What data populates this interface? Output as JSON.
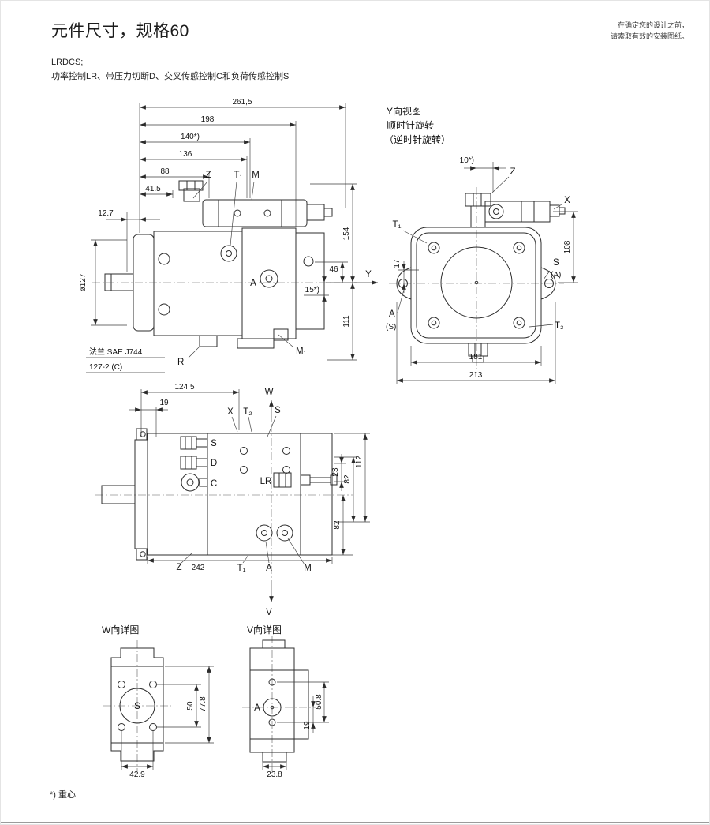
{
  "page": {
    "title": "元件尺寸，规格60",
    "note_line1": "在确定您的设计之前，",
    "note_line2": "请索取有效的安装图纸。",
    "subtitle1": "LRDCS;",
    "subtitle2": "功率控制LR、带压力切断D、交叉传感控制C和负荷传感控制S",
    "footnote": "*) 重心"
  },
  "side": {
    "dim_261_5": "261,5",
    "dim_198": "198",
    "dim_140": "140*)",
    "dim_136": "136",
    "dim_88": "88",
    "dim_41_5": "41.5",
    "dim_12_7": "12.7",
    "dia_127": "ø127",
    "dim_154": "154",
    "dim_46": "46",
    "dim_15": "15*)",
    "dim_111": "111",
    "lbl_y": "Y",
    "lbl_z": "Z",
    "lbl_t1": "T₁",
    "lbl_m": "M",
    "lbl_a": "A",
    "lbl_m1": "M₁",
    "lbl_r": "R",
    "flange_row1": "法兰  SAE J744",
    "flange_row2": "127-2 (C)"
  },
  "yview": {
    "title1": "Y向视图",
    "title2": "顺时针旋转",
    "title3": "（逆时针旋转）",
    "dim_10": "10*)",
    "dim_108": "108",
    "dim_17": "17",
    "dim_181": "181",
    "dim_213": "213",
    "lbl_z": "Z",
    "lbl_x": "X",
    "lbl_t1": "T₁",
    "lbl_s": "S",
    "lbl_s_sub": "(A)",
    "lbl_a": "A",
    "lbl_a_sub": "(S)",
    "lbl_t2": "T₂"
  },
  "top": {
    "dim_124_5": "124.5",
    "dim_19": "19",
    "dim_112": "112",
    "dim_82_upper": "82",
    "dim_23": "23",
    "dim_82_lower": "82",
    "dim_242": "242",
    "lbl_w": "W",
    "lbl_v": "V",
    "lbl_x": "X",
    "lbl_t2": "T₂",
    "lbl_s_top": "S",
    "lbl_s": "S",
    "lbl_d": "D",
    "lbl_c": "C",
    "lbl_lr": "LR",
    "lbl_z": "Z",
    "lbl_t1": "T₁",
    "lbl_a": "A",
    "lbl_m": "M"
  },
  "wdetail": {
    "title": "W向详图",
    "lbl_s": "S",
    "dim_50": "50",
    "dim_77_8": "77.8",
    "dim_42_9": "42.9"
  },
  "vdetail": {
    "title": "V向详图",
    "lbl_a": "A",
    "dim_50_8": "50.8",
    "dim_19": "19",
    "dim_23_8": "23.8"
  }
}
